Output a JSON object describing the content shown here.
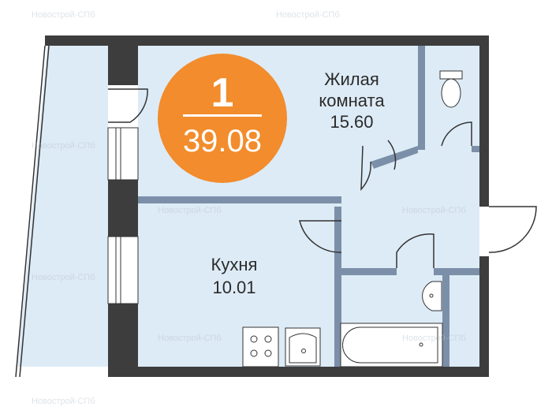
{
  "watermark": "Новострой-СПб",
  "badge": {
    "rooms": "1",
    "total_area": "39.08",
    "color": "#f28c2c"
  },
  "rooms": [
    {
      "name_line1": "Жилая",
      "name_line2": "комната",
      "area": "15.60"
    },
    {
      "name": "Кухня",
      "area": "10.01"
    }
  ],
  "colors": {
    "floor": "#ddebf6",
    "outer_wall": "#3d3d3d",
    "inner_wall": "#7b8fa8"
  }
}
